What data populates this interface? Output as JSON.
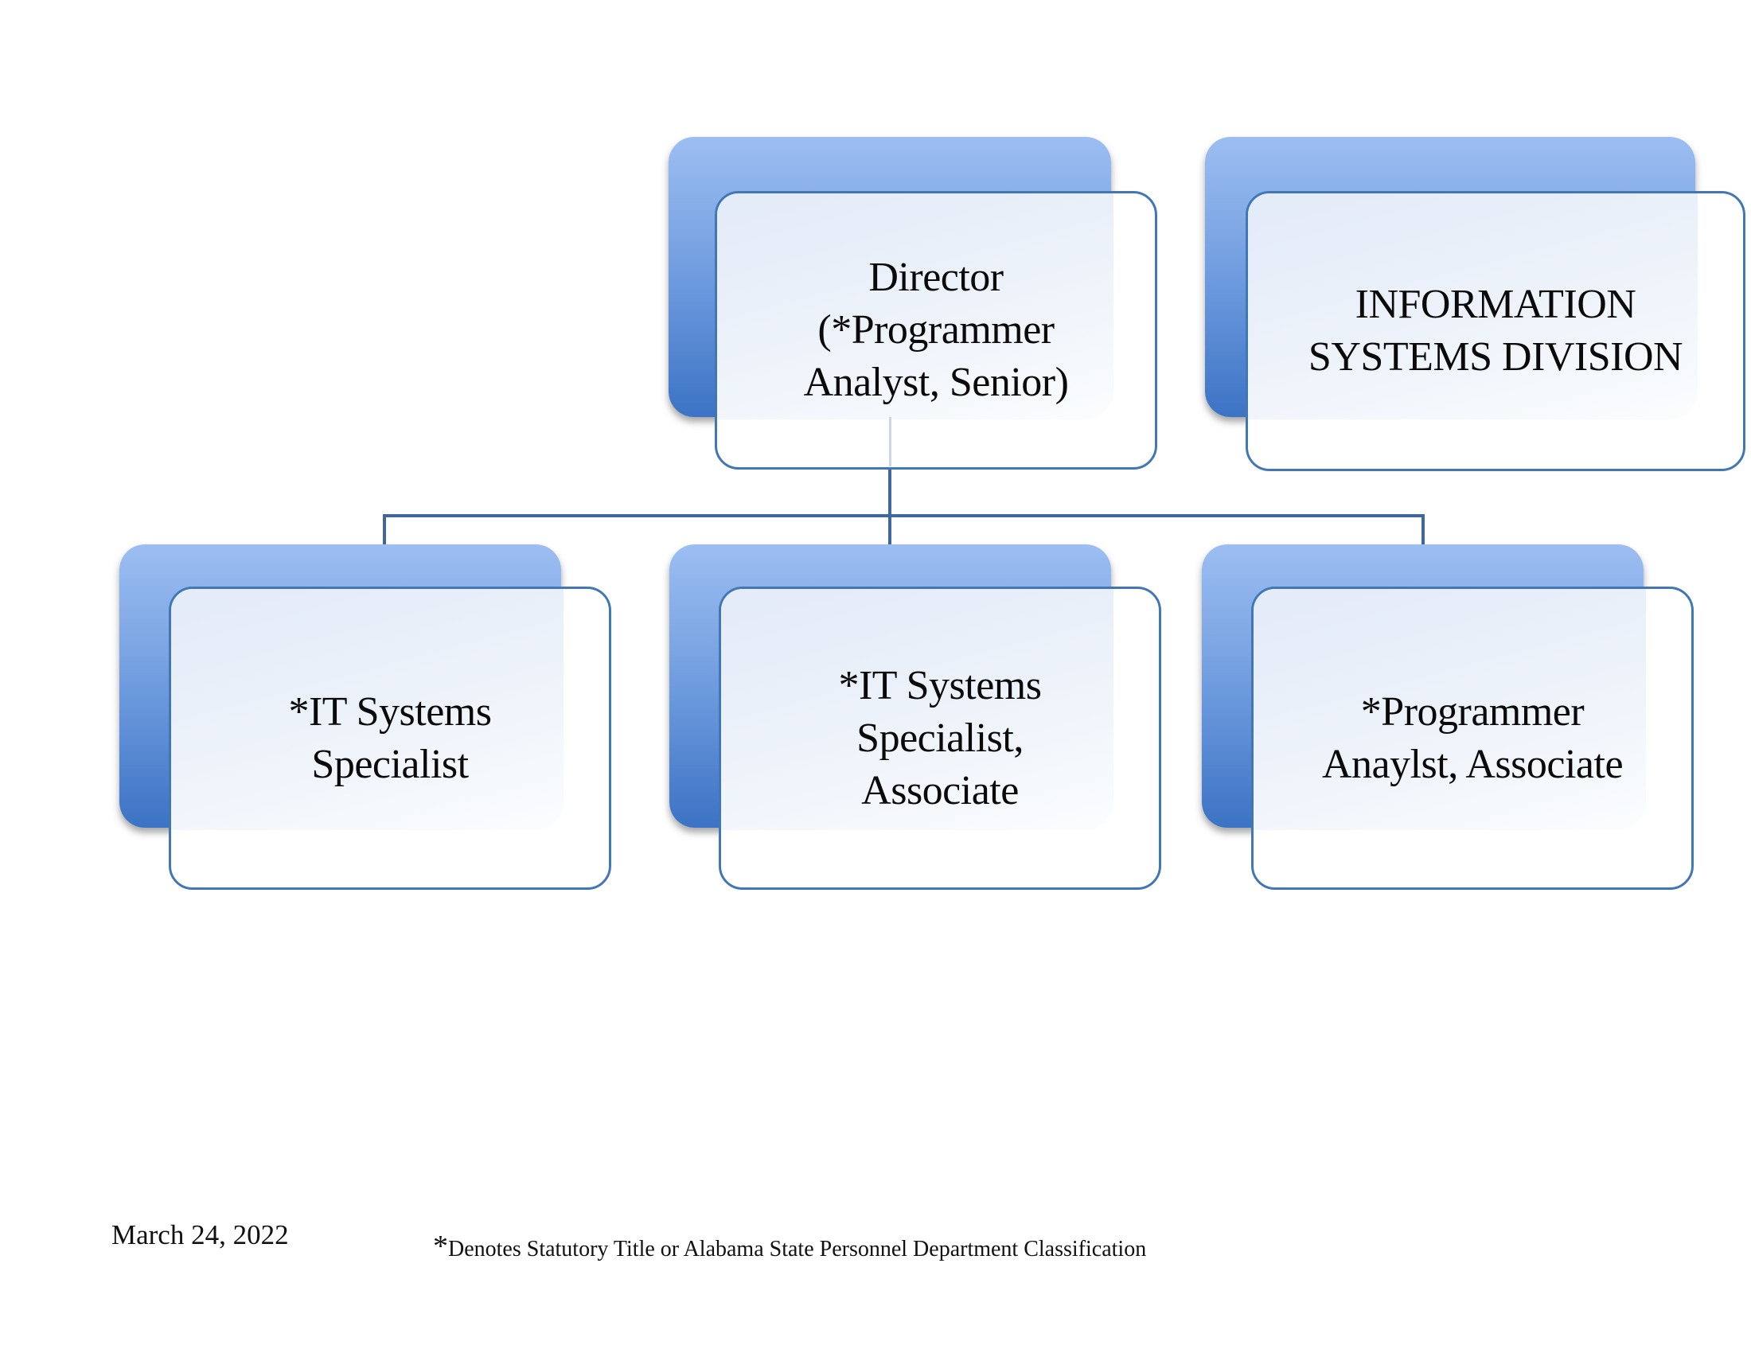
{
  "document": {
    "type": "organization-chart",
    "background_color": "#ffffff"
  },
  "colors": {
    "node_shadow_gradient_top": "#9cbef2",
    "node_shadow_gradient_bottom": "#3c73c4",
    "node_border": "#4177b5",
    "node_tint_top": "#e3ebf8",
    "node_tint_bottom": "#fbfdfe",
    "connector": "#41689c",
    "text": "#0a0a0a"
  },
  "nodes": [
    {
      "id": "director",
      "title": "Director (*Programmer Analyst, Senior)",
      "lines": [
        "Director",
        "(*Programmer",
        "Analyst, Senior)"
      ]
    },
    {
      "id": "division-title",
      "title": "INFORMATION SYSTEMS DIVISION",
      "lines": [
        "INFORMATION",
        "SYSTEMS DIVISION"
      ]
    },
    {
      "id": "it-systems-specialist",
      "title": "*IT Systems Specialist",
      "lines": [
        "*IT Systems",
        "Specialist"
      ]
    },
    {
      "id": "it-systems-specialist-associate",
      "title": "*IT Systems Specialist, Associate",
      "lines": [
        "*IT Systems",
        "Specialist,",
        "Associate"
      ]
    },
    {
      "id": "programmer-analyst-associate",
      "title": "*Programmer Anaylst, Associate",
      "lines": [
        "*Programmer",
        "Anaylst, Associate"
      ]
    }
  ],
  "hierarchy": {
    "root": "Director (*Programmer Analyst, Senior)",
    "children": [
      "*IT Systems Specialist",
      "*IT Systems Specialist, Associate",
      "*Programmer Anaylst, Associate"
    ],
    "side_label": "INFORMATION SYSTEMS DIVISION"
  },
  "footer": {
    "date": "March 24, 2022",
    "note_star": "*",
    "note_text": "Denotes Statutory Title or Alabama State Personnel Department Classification"
  }
}
